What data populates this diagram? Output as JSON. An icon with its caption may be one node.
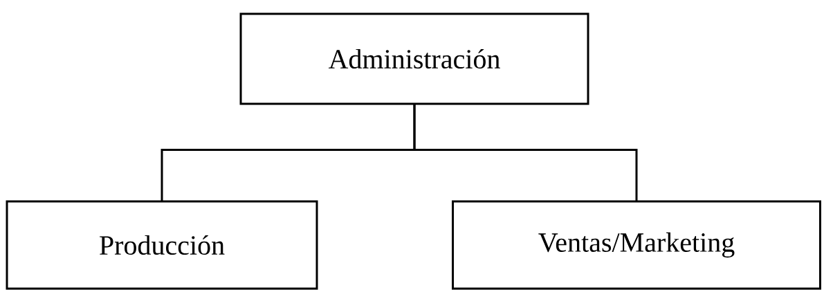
{
  "diagram": {
    "nodes": [
      {
        "text": [
          "Administración"
        ]
      },
      {
        "text": [
          "Producción"
        ]
      },
      {
        "text": [
          "Ventas/Marketing"
        ]
      }
    ],
    "edges": [
      {
        "from": 0,
        "to": 1,
        "arrow": "none"
      },
      {
        "from": 0,
        "to": 2,
        "arrow": "none"
      }
    ]
  }
}
